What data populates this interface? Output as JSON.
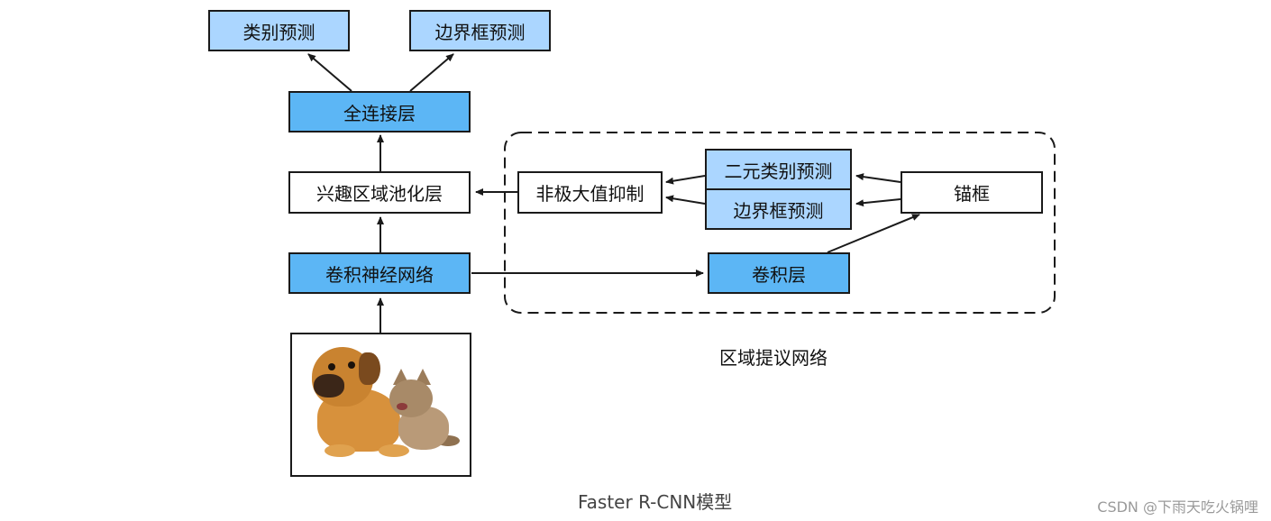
{
  "nodes": {
    "class_pred_top": "类别预测",
    "bbox_pred_top": "边界框预测",
    "fc_layer": "全连接层",
    "roi_pooling": "兴趣区域池化层",
    "nms": "非极大值抑制",
    "binary_class_pred": "二元类别预测",
    "bbox_pred_rpn": "边界框预测",
    "anchor_box": "锚框",
    "cnn": "卷积神经网络",
    "conv_layer": "卷积层"
  },
  "captions": {
    "rpn": "区域提议网络",
    "model": "Faster R-CNN模型"
  },
  "watermark": "CSDN @下雨天吃火锅哩",
  "colors": {
    "light_blue": "#abd6ff",
    "blue": "#5cb6f5",
    "border": "#1a1a1a"
  },
  "icons": {
    "input_image": "dog-and-kitten-photo"
  }
}
